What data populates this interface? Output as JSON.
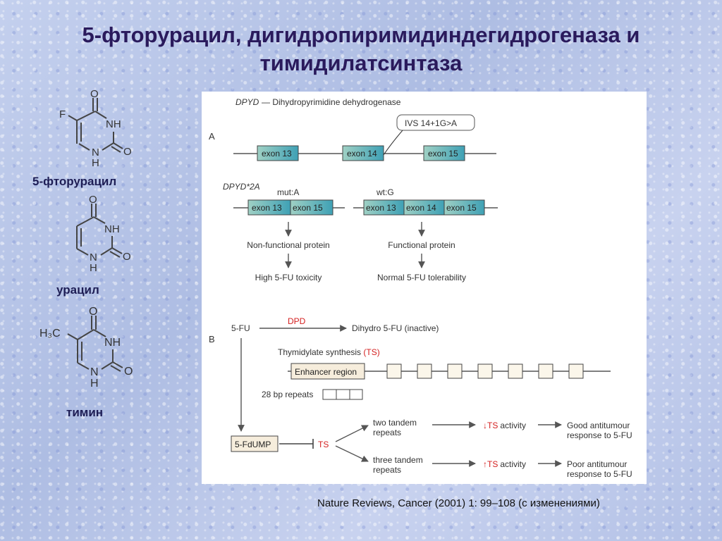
{
  "slide": {
    "title_line1": "5-фторурацил, дигидропиримидиндегидрогеназа и",
    "title_line2": "тимидилатсинтаза",
    "source": "Nature Reviews, Cancer (2001) 1: 99–108 (с изменениями)"
  },
  "molecules": {
    "fluorouracil": {
      "label": "5-фторурацил",
      "sub_F": "F",
      "sub_O": "O",
      "sub_NH": "NH",
      "sub_N": "N",
      "sub_H": "H"
    },
    "uracil": {
      "label": "урацил",
      "sub_O": "O",
      "sub_NH": "NH",
      "sub_N": "N",
      "sub_H": "H"
    },
    "thymine": {
      "label": "тимин",
      "sub_H3C": "H₃C",
      "sub_O": "O",
      "sub_NH": "NH",
      "sub_N": "N",
      "sub_H": "H"
    }
  },
  "panel_a": {
    "gene": "DPYD",
    "gene_desc": "— Dihydropyrimidine dehydrogenase",
    "letter": "A",
    "callout": "IVS 14+1G>A",
    "exon13": "exon 13",
    "exon14": "exon 14",
    "exon15": "exon 15",
    "allele": "DPYD*2A",
    "mut_label": "mut:A",
    "wt_label": "wt:G",
    "mut_protein": "Non-functional protein",
    "wt_protein": "Functional protein",
    "mut_outcome": "High 5-FU toxicity",
    "wt_outcome": "Normal 5-FU tolerability"
  },
  "panel_b": {
    "letter": "B",
    "fu": "5-FU",
    "dpd": "DPD",
    "dihydro": "Dihydro 5-FU (inactive)",
    "ts_synth": "Thymidylate synthesis",
    "ts_paren": "(TS)",
    "enhancer": "Enhancer region",
    "repeats": "28 bp repeats",
    "fdump": "5-FdUMP",
    "ts": "TS",
    "two_l1": "two tandem",
    "two_l2": "repeats",
    "three_l1": "three tandem",
    "three_l2": "repeats",
    "down_ts": "↓TS",
    "up_ts": "↑TS",
    "activity": "activity",
    "good_l1": "Good antitumour",
    "good_l2": "response to 5-FU",
    "poor_l1": "Poor antitumour",
    "poor_l2": "response to 5-FU"
  },
  "colors": {
    "title": "#2a1a5c",
    "exon_fill": "#5fb3c0",
    "red_label": "#d42020",
    "enhancer_fill": "#f6eddc"
  }
}
